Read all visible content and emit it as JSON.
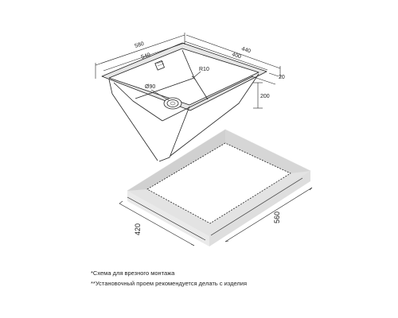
{
  "sink": {
    "dimensions": {
      "outer_length": "580",
      "inner_length": "540",
      "outer_width": "440",
      "inner_width": "400",
      "rim": "20",
      "depth": "200",
      "drain_diameter": "Ø90",
      "corner_radius": "R10"
    }
  },
  "cutout": {
    "dimensions": {
      "width": "420",
      "length": "560"
    }
  },
  "notes": {
    "line1": "*Схема для врезного монтажа",
    "line2": "**Установочный проем рекомендуется делать с изделия"
  },
  "colors": {
    "line": "#222222",
    "rim_shade": "#e6e6e6",
    "countertop_shade": "#e3e3e3"
  }
}
